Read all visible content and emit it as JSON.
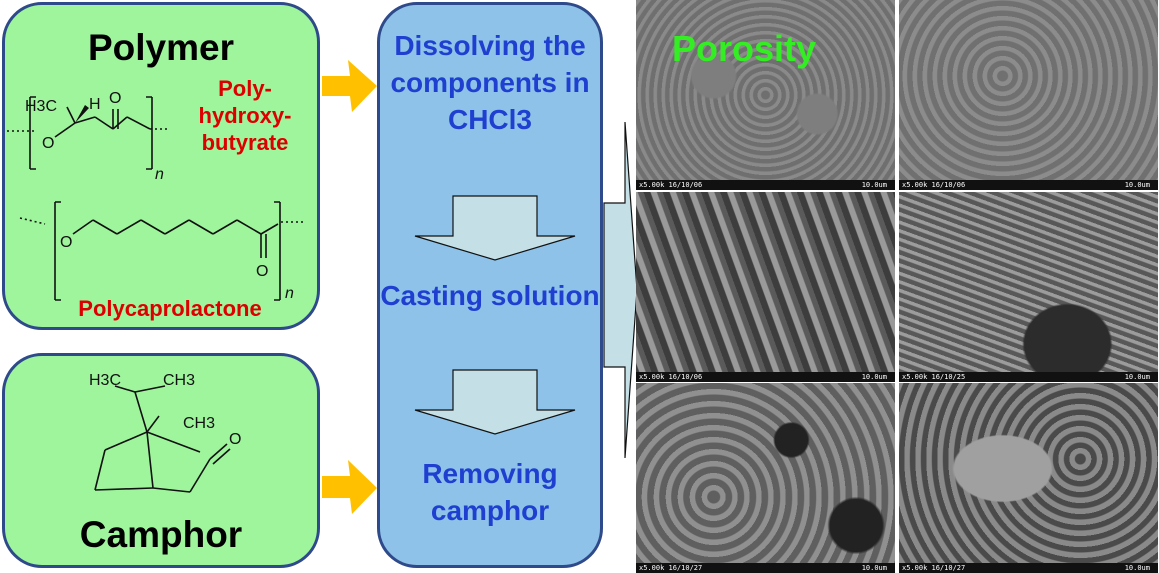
{
  "polymer": {
    "title": "Polymer",
    "phb_label": "Poly-\nhydroxy-\nbutyrate",
    "pcl_label": "Polycaprolactone",
    "phb_methyl": "H3C",
    "phb_h": "H",
    "phb_o": "O",
    "phb_carbonyl_o": "O",
    "pcl_o": "O",
    "pcl_carbonyl_o": "O",
    "repeat_n": "n"
  },
  "camphor": {
    "title": "Camphor",
    "methyl_left": "H3C",
    "methyl_right": "CH3",
    "methyl_bridge": "CH3",
    "ketone_o": "O"
  },
  "process": {
    "step1": "Dissolving the components in CHCl3",
    "step2": "Casting solution",
    "step3": "Removing camphor"
  },
  "result": {
    "title": "Porosity",
    "micrographs": [
      {
        "label": "x5.00k 16/10/06",
        "scale": "10.0um"
      },
      {
        "label": "x5.00k 16/10/06",
        "scale": "10.0um"
      },
      {
        "label": "x5.00k 16/10/06",
        "scale": "10.0um"
      },
      {
        "label": "x5.00k 16/10/25",
        "scale": "10.0um"
      },
      {
        "label": "x5.00k 16/10/27",
        "scale": "10.0um"
      },
      {
        "label": "x5.00k 16/10/27",
        "scale": "10.0um"
      }
    ]
  },
  "colors": {
    "box_green": "#9ef59c",
    "box_blue": "#8ec2e8",
    "border": "#2f4a8a",
    "arrow_yellow": "#ffc000",
    "label_red": "#dd0000",
    "step_blue": "#1f3fd0",
    "porosity_green": "#33ee22"
  }
}
